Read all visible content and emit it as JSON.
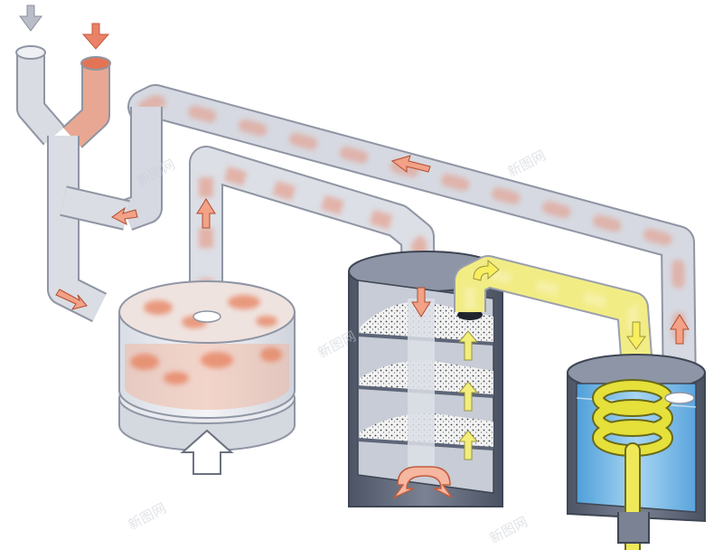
{
  "watermarks": [
    "新图网",
    "新图网",
    "新图网",
    "新图网",
    "新图网"
  ],
  "colors": {
    "pipe_gray": "#d4d7df",
    "pipe_warm": "#e9866a",
    "pipe_outline": "#8f95a3",
    "tank_dark": "#5d6678",
    "tank_water": "#6fb4e6",
    "coil_yellow": "#e5e03a",
    "stream_yellow": "#f2ec78",
    "bed_dots": "#2e3136",
    "white_arrow": "#ffffff"
  },
  "components": [
    "inlet-pipe-gray",
    "inlet-pipe-warm",
    "reactor-disk",
    "filter-column",
    "heat-exchanger-tank",
    "heating-coil"
  ]
}
